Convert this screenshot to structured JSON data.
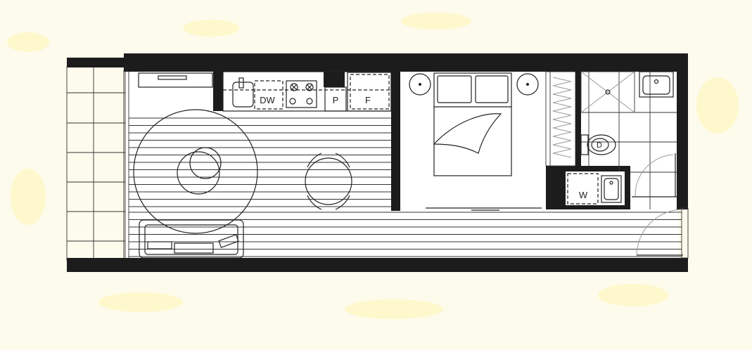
{
  "plan": {
    "type": "floor-plan",
    "labels": {
      "dishwasher": "DW",
      "pantry": "P",
      "fridge": "F",
      "dryer": "D",
      "washer": "W"
    },
    "colors": {
      "wall": "#1c1c1c",
      "floor": "#ffffff",
      "background": "#fdfbec",
      "accent": "#fff6b8"
    }
  }
}
